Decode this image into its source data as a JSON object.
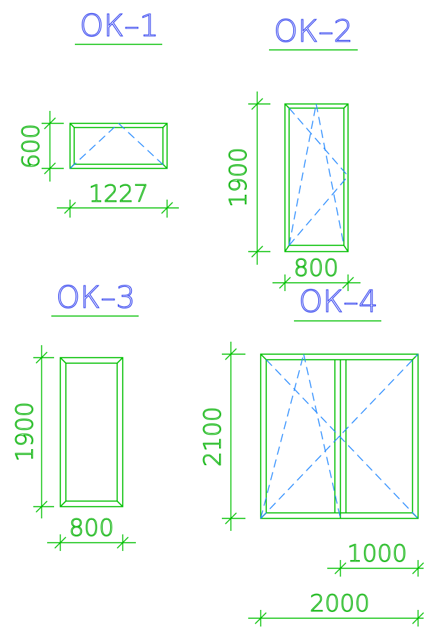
{
  "colors": {
    "frame": "#00c000",
    "title": "#2233ee",
    "opening": "#2a8cff",
    "background": "#ffffff"
  },
  "windows": [
    {
      "id": "ok1",
      "title": "ОК–1",
      "width_label": "1227",
      "height_label": "600"
    },
    {
      "id": "ok2",
      "title": "ОК–2",
      "width_label": "800",
      "height_label": "1900"
    },
    {
      "id": "ok3",
      "title": "ОК–3",
      "width_label": "800",
      "height_label": "1900"
    },
    {
      "id": "ok4",
      "title": "ОК–4",
      "width_label": "2000",
      "height_label": "2100",
      "sash_width_label": "1000"
    }
  ]
}
